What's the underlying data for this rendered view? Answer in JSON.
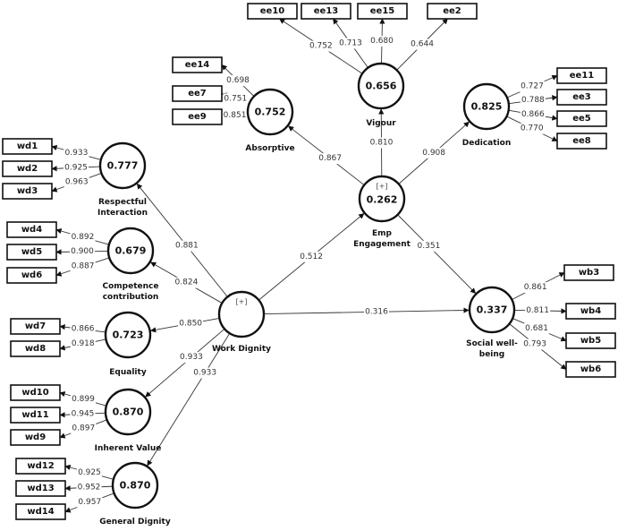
{
  "latents": {
    "work_dignity": {
      "name": "Work Dignity",
      "value": "",
      "expandable": "[+]"
    },
    "emp_engagement": {
      "name_lines": [
        "Emp",
        "Engagement"
      ],
      "value": "0.262",
      "expandable": "[+]"
    },
    "social_wellbeing": {
      "name_lines": [
        "Social well-",
        "being"
      ],
      "value": "0.337"
    },
    "respectful_interaction": {
      "name_lines": [
        "Respectful",
        "Interaction"
      ],
      "value": "0.777"
    },
    "competence_contribution": {
      "name_lines": [
        "Competence",
        "contribution"
      ],
      "value": "0.679"
    },
    "equality": {
      "name": "Equality",
      "value": "0.723"
    },
    "inherent_value": {
      "name": "Inherent Value",
      "value": "0.870"
    },
    "general_dignity": {
      "name": "General Dignity",
      "value": "0.870"
    },
    "absorptive": {
      "name": "Absorptive",
      "value": "0.752"
    },
    "vigour": {
      "name": "Vigour",
      "value": "0.656"
    },
    "dedication": {
      "name": "Dedication",
      "value": "0.825"
    }
  },
  "indicators": {
    "wd1": "wd1",
    "wd2": "wd2",
    "wd3": "wd3",
    "wd4": "wd4",
    "wd5": "wd5",
    "wd6": "wd6",
    "wd7": "wd7",
    "wd8": "wd8",
    "wd10": "wd10",
    "wd11": "wd11",
    "wd9": "wd9",
    "wd12": "wd12",
    "wd13": "wd13",
    "wd14": "wd14",
    "ee14": "ee14",
    "ee7": "ee7",
    "ee9": "ee9",
    "ee10": "ee10",
    "ee13": "ee13",
    "ee15": "ee15",
    "ee2": "ee2",
    "ee11": "ee11",
    "ee3": "ee3",
    "ee5": "ee5",
    "ee8": "ee8",
    "wb3": "wb3",
    "wb4": "wb4",
    "wb5": "wb5",
    "wb6": "wb6"
  },
  "paths": {
    "wd_to_ri": "0.881",
    "wd_to_cc": "0.824",
    "wd_to_eq": "0.850",
    "wd_to_iv": "0.933",
    "wd_to_gd": "0.933",
    "wd_to_ee": "0.512",
    "wd_to_sw": "0.316",
    "ee_to_sw": "0.351",
    "ee_to_abs": "0.867",
    "ee_to_vig": "0.810",
    "ee_to_ded": "0.908"
  },
  "loadings": {
    "ri_wd1": "0.933",
    "ri_wd2": "0.925",
    "ri_wd3": "0.963",
    "cc_wd4": "0.892",
    "cc_wd5": "0.900",
    "cc_wd6": "0.887",
    "eq_wd7": "0.866",
    "eq_wd8": "0.918",
    "iv_wd10": "0.899",
    "iv_wd11": "0.945",
    "iv_wd9": "0.897",
    "gd_wd12": "0.925",
    "gd_wd13": "0.952",
    "gd_wd14": "0.957",
    "abs_ee14": "0.698",
    "abs_ee7": "0.751",
    "abs_ee9": "0.851",
    "vig_ee10": "0.752",
    "vig_ee13": "0.713",
    "vig_ee15": "0.680",
    "vig_ee2": "0.644",
    "ded_ee11": "0.727",
    "ded_ee3": "0.788",
    "ded_ee5": "0.866",
    "ded_ee8": "0.770",
    "sw_wb3": "0.861",
    "sw_wb4": "0.811",
    "sw_wb5": "0.681",
    "sw_wb6": "0.793"
  }
}
